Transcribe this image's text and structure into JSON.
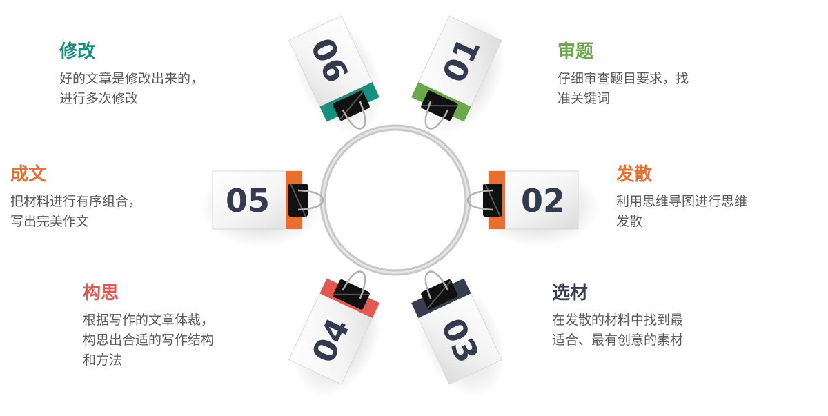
{
  "steps": [
    {
      "number": "01",
      "title": "审题",
      "desc": "仔细审查题目要求，找\n准关键词",
      "color": "#6aa94a"
    },
    {
      "number": "02",
      "title": "发散",
      "desc": "利用思维导图进行思维\n发散",
      "color": "#e86f2e"
    },
    {
      "number": "03",
      "title": "选材",
      "desc": "在发散的材料中找到最\n适合、最有创意的素材",
      "color": "#383d52"
    },
    {
      "number": "04",
      "title": "构思",
      "desc": "根据写作的文章体裁，\n构思出合适的写作结构\n和方法",
      "color": "#e45752"
    },
    {
      "number": "05",
      "title": "成文",
      "desc": "把材料进行有序组合，\n写出完美作文",
      "color": "#e86f2e"
    },
    {
      "number": "06",
      "title": "修改",
      "desc": "好的文章是修改出来的，\n进行多次修改",
      "color": "#16907c"
    }
  ],
  "colors": {
    "card_number": "#353b4e",
    "desc_text": "#595959",
    "ring": "#c8c8c8",
    "clip": "#111111"
  }
}
